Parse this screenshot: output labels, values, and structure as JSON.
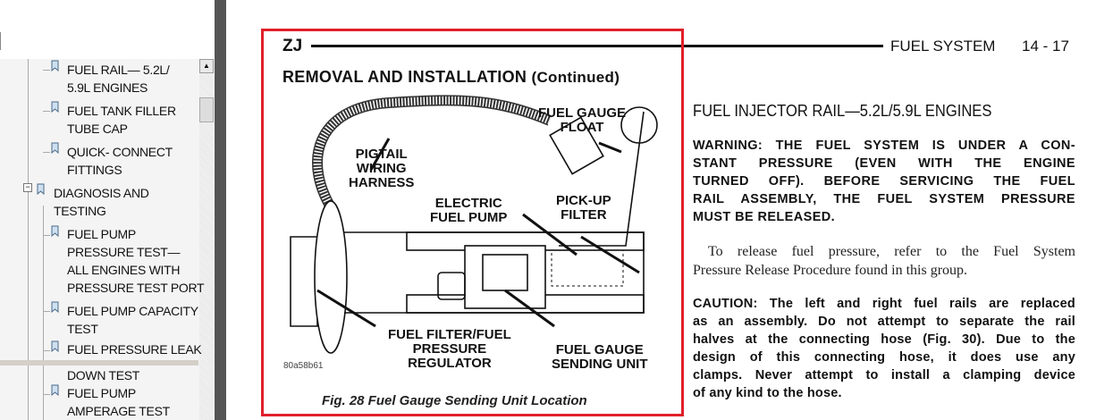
{
  "sidebar": {
    "scroll_up": "▲",
    "items": [
      {
        "label": "FUEL RAIL— 5.2L/\n5.9L ENGINES"
      },
      {
        "label": "FUEL TANK FILLER\nTUBE CAP"
      },
      {
        "label": "QUICK- CONNECT\nFITTINGS"
      },
      {
        "label": "DIAGNOSIS AND\nTESTING",
        "expand": "⊟"
      },
      {
        "label": "FUEL PUMP\nPRESSURE TEST—\nALL ENGINES WITH\nPRESSURE TEST PORT"
      },
      {
        "label": "FUEL PUMP CAPACITY\nTEST"
      },
      {
        "label": "FUEL PRESSURE LEAK"
      },
      {
        "label": "DOWN TEST"
      },
      {
        "label": "FUEL PUMP\nAMPERAGE TEST"
      }
    ]
  },
  "page": {
    "header_left": "ZJ",
    "header_section": "FUEL SYSTEM",
    "page_number": "14 - 17",
    "section_title": "REMOVAL AND INSTALLATION",
    "section_title_suffix": "(Continued)",
    "figure": {
      "labels": {
        "pigtail": "PIGTAIL\nWIRING\nHARNESS",
        "float": "FUEL GAUGE\nFLOAT",
        "pump": "ELECTRIC\nFUEL PUMP",
        "pickup": "PICK-UP\nFILTER",
        "filter": "FUEL FILTER/FUEL\nPRESSURE\nREGULATOR",
        "sending": "FUEL GAUGE\nSENDING UNIT",
        "code": "80a58b61"
      },
      "caption": "Fig. 28 Fuel Gauge Sending Unit Location",
      "highlight_color": "#e0202a"
    },
    "right_title": "FUEL INJECTOR RAIL—5.2L/5.9L ENGINES",
    "warning_lines": [
      "WARNING:  THE FUEL SYSTEM IS UNDER A CON-",
      "STANT PRESSURE (EVEN WITH THE ENGINE",
      "TURNED OFF). BEFORE SERVICING THE FUEL",
      "RAIL ASSEMBLY, THE FUEL SYSTEM PRESSURE",
      "MUST BE RELEASED."
    ],
    "para_lines": [
      "To release fuel pressure, refer to the Fuel System",
      "Pressure Release Procedure found in this group."
    ],
    "caution_lines": [
      "CAUTION:  The left and right fuel rails are replaced",
      "as an assembly. Do not attempt to separate the rail",
      "halves at the connecting hose (Fig. 30). Due to the",
      "design of this connecting hose, it does use any",
      "clamps. Never attempt to install a clamping device",
      "of any kind to the hose."
    ]
  }
}
